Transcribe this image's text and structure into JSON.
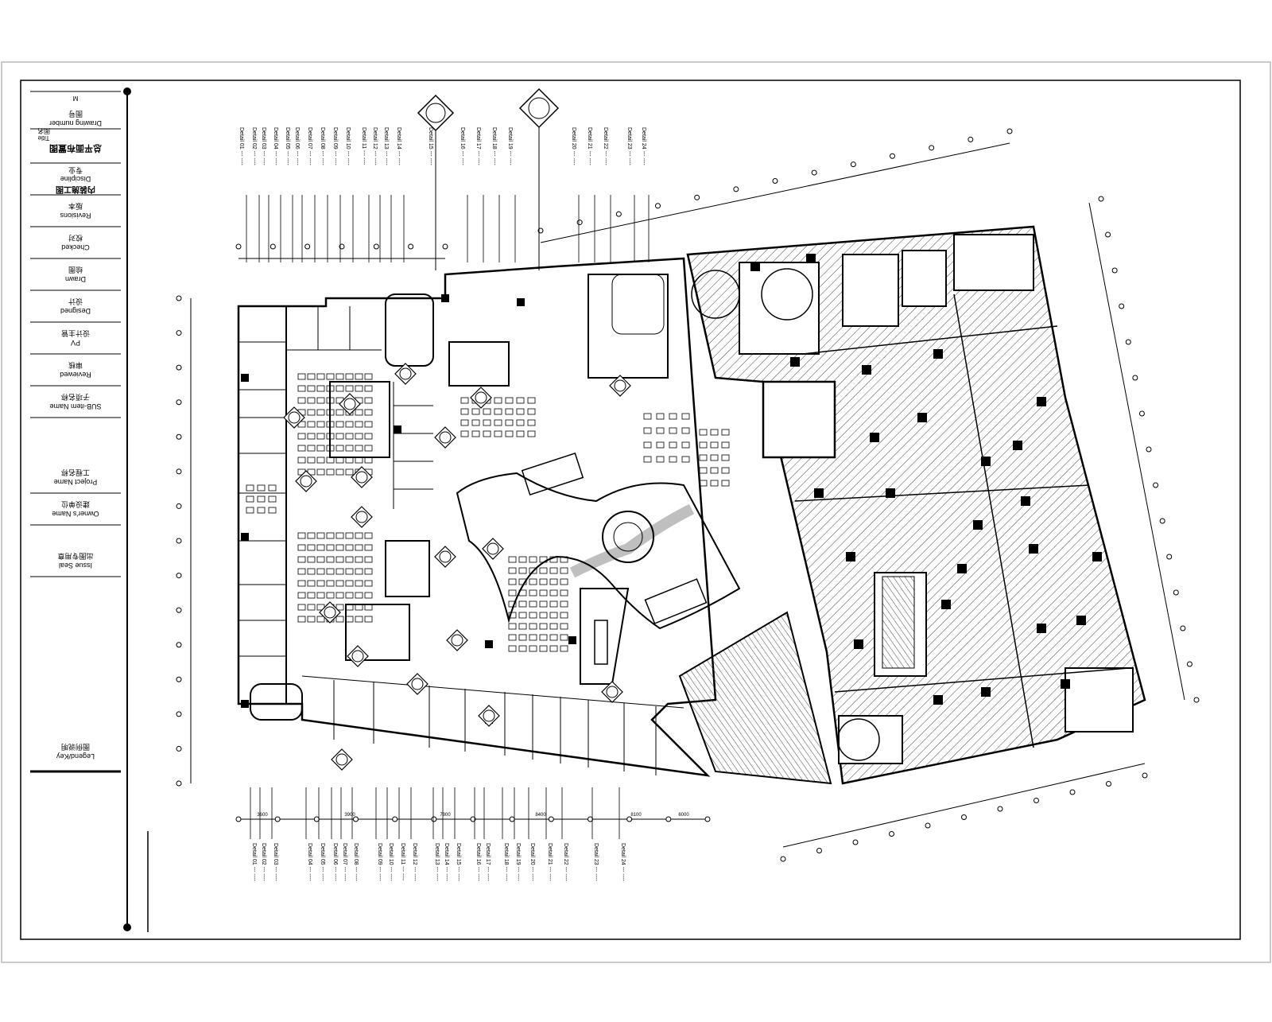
{
  "title_block": {
    "drawing_number": {
      "en": "Drawing number",
      "cn": "图号",
      "value": "M"
    },
    "title": {
      "en": "Title",
      "cn": "图名",
      "value": "总平面布置图"
    },
    "discipline": {
      "en": "Discipline",
      "cn": "专业",
      "value": "内装施工图"
    },
    "revisions": {
      "en": "Revisions",
      "cn": "版本"
    },
    "checked": {
      "en": "Checked",
      "cn": "校对"
    },
    "drawn": {
      "en": "Drawn",
      "cn": "绘图"
    },
    "designed": {
      "en": "Designed",
      "cn": "设计"
    },
    "approved": {
      "en": "PV",
      "cn": "设计主管"
    },
    "reviewed": {
      "en": "Reviewed",
      "cn": "审核"
    },
    "subitem": {
      "en": "SUB-item Name",
      "cn": "子项名称"
    },
    "project": {
      "en": "Project Name",
      "cn": "工程名称"
    },
    "owner": {
      "en": "Owner's Name",
      "cn": "建设单位"
    },
    "seal": {
      "en": "Issue Seal",
      "cn": "出图专用章"
    },
    "legend": {
      "en": "Legend/Key",
      "cn": "图例说明"
    }
  },
  "plan": {
    "note_prefix": "Detail",
    "top_notes_count": 24,
    "bottom_notes_count": 24,
    "dim_labels": [
      "3600",
      "3900",
      "7800",
      "8400",
      "8100",
      "6000"
    ]
  },
  "colors": {
    "line": "#000000",
    "paper": "#ffffff",
    "hatch": "#333333"
  }
}
